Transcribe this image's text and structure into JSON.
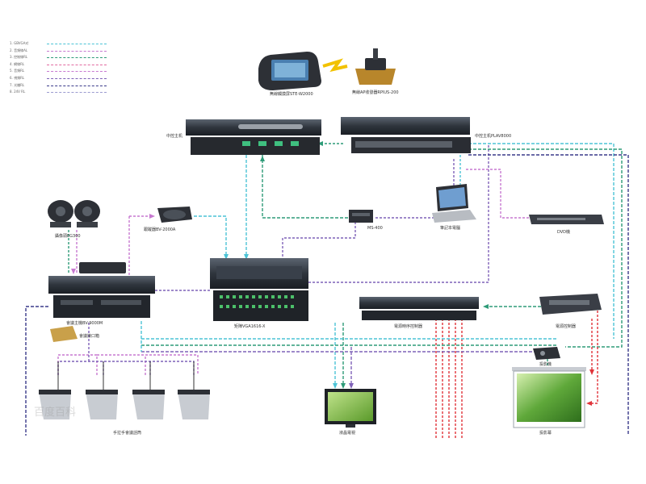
{
  "legend": [
    {
      "label": "1. GBVGA对",
      "color": "#4cc3d6"
    },
    {
      "label": "2. 音頻線AL",
      "color": "#c779d0"
    },
    {
      "label": "3. 控制線RL",
      "color": "#2e9b78"
    },
    {
      "label": "4. 網線RL",
      "color": "#e26aa0"
    },
    {
      "label": "5. 音頻RL",
      "color": "#c779d0"
    },
    {
      "label": "6. 視頻RL",
      "color": "#7f62b8"
    },
    {
      "label": "7. 光纖RL",
      "color": "#3a3a8a"
    },
    {
      "label": "8. 24V RL",
      "color": "#9a9ad0"
    }
  ],
  "devices": {
    "touch_panel": "無線觸摸屏STE-W2000",
    "transceiver": "無線AP收發器RPIUS-200",
    "host": "中控主机",
    "power_seq": "中控主机PLAV8000",
    "cameras": "攝像頭EG300",
    "tracker": "跟蹤器BV-2000A",
    "ms_box": "MS-400",
    "laptop": "筆記本電腦",
    "dvd": "DVD機",
    "conf_host": "會議主機BV-9000M",
    "interface": "會議接口箱",
    "matrix": "矩陣VGA1616-X",
    "power_ctrl": "電源時序控制器",
    "relay": "電源控制器",
    "projector": "投影機",
    "tv": "液晶電視",
    "screen": "投影幕",
    "mics": "手拉手會議話筒"
  },
  "watermark": "百度百科"
}
